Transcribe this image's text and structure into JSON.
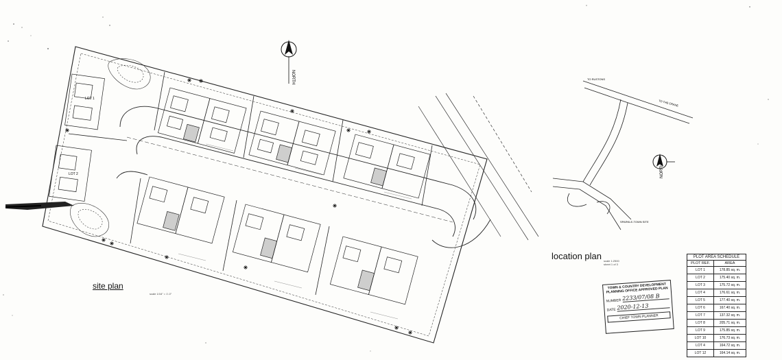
{
  "site_plan": {
    "title": "site plan",
    "scale": "scale 1/16\" = 1'-0\""
  },
  "location_plan": {
    "title": "location plan",
    "scale": "scale 1:2500",
    "sheet": "sheet 1 of 3"
  },
  "north_labels": [
    "NORTH",
    "NORTH"
  ],
  "location_labels": {
    "road_a": "TO RUSTONS",
    "road_b": "TO THE CRANE",
    "site": "SPARKLE-TOWN SITE"
  },
  "lot_labels": [
    "LOT 1",
    "LOT 2"
  ],
  "stamp": {
    "header": "TOWN & COUNTRY DEVELOPMENT PLANNING OFFICE APPROVED PLAN",
    "number_label": "NUMBER",
    "number_value": "2233/07/08 B",
    "date_label": "DATE",
    "date_value": "2020-12-13",
    "signatory": "CHIEF TOWN PLANNER"
  },
  "schedule": {
    "caption": "PLOT AREA SCHEDULE",
    "headers": [
      "PLOT REF.",
      "AREA"
    ],
    "rows": [
      {
        "ref": "LOT 1",
        "area": "178.85 sq. m."
      },
      {
        "ref": "LOT 2",
        "area": "175.40 sq. m."
      },
      {
        "ref": "LOT 3",
        "area": "175.72 sq. m."
      },
      {
        "ref": "LOT 4",
        "area": "176.61 sq. m."
      },
      {
        "ref": "LOT 5",
        "area": "177.40 sq. m."
      },
      {
        "ref": "LOT 6",
        "area": "167.40 sq. m."
      },
      {
        "ref": "LOT 7",
        "area": "137.32 sq. m."
      },
      {
        "ref": "LOT 8",
        "area": "205.71 sq. m."
      },
      {
        "ref": "LOT 9",
        "area": "175.85 sq. m."
      },
      {
        "ref": "LOT 10",
        "area": "176.73 sq. m."
      },
      {
        "ref": "LOT 4",
        "area": "164.72 sq. m."
      },
      {
        "ref": "LOT 12",
        "area": "164.14 sq. m."
      }
    ]
  }
}
